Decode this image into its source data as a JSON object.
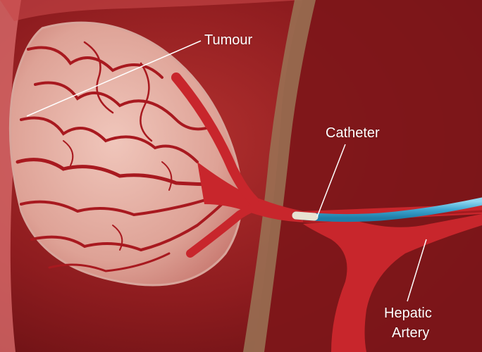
{
  "labels": {
    "tumour": "Tumour",
    "catheter": "Catheter",
    "hepatic_artery_line1": "Hepatic",
    "hepatic_artery_line2": "Artery"
  },
  "colors": {
    "tissue_dark": "#7a1518",
    "tissue_mid": "#a3262b",
    "tissue_light": "#c84a47",
    "tumour_fill": "#e5b7ad",
    "vessel": "#c8262c",
    "vessel_dark": "#8e1418",
    "catheter_blue": "#4fb3d9",
    "membrane_tan": "#9a7456"
  }
}
